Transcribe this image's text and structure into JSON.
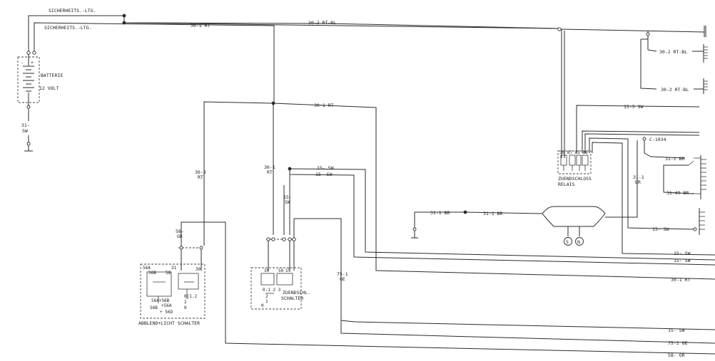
{
  "labels": {
    "sicherheits_top": "SICHERHEITS.-LTG.",
    "sicherheits_bottom": "SICHERHEITS.-LTG.",
    "batterie": "BATTERIE",
    "volt": "12 VOLT",
    "w31_sw_a": "31-",
    "w31_sw_b": "SW",
    "w30_1_rt_top": "30-1 RT",
    "w30_2_rt_bl_main": "30-2 RT-BL",
    "w30_2_rt_bl_r1": "30-2 RT-BL",
    "w30_2_rt_bl_r2": "30-2 RT-BL",
    "w30_1_rt_mid": "30-1 RT",
    "w30_3_a": "30-3",
    "w30_3_b": "RT",
    "w30_1_vert_a": "30-1",
    "w30_1_vert_b": "RT",
    "w15_sw_1": "15- SW",
    "w15_sw_2": "15- SW",
    "w15_sw_vert_a": "15-",
    "w15_sw_vert_b": "SW",
    "w15_5_sw": "15-5 SW",
    "c1034": "C-1034",
    "w31_1_br_right": "31-1 BR",
    "w31_1_vert_a": "31-1",
    "w31_1_vert_b": "BR",
    "w31_49_br": "31-49 BR -",
    "w31_1_br_left": "31-1 BR",
    "w31_1_br_mid": "31-1 BR",
    "w15_sw_conn": "15- SW",
    "zuendschloss_relais_a": "ZUENDSCHLOSS",
    "zuendschloss_relais_b": "RELAIS",
    "relais_pins": "30 87 85 86",
    "s_label": "S",
    "n_label": "N",
    "w58_gr_a": "58-",
    "w58_gr_b": "GR",
    "w75_1_ge_a": "75-1",
    "w75_1_ge_b": "GE",
    "w15_sw_r1": "15- SW",
    "w15_sw_r2": "15- SW",
    "w30_1_rt_r": "30-1 RT",
    "w15_sw_bot": "15- SW",
    "w75_1_ge_bot": "75-1 GE",
    "w58_gr_bot": "58- GR",
    "abblend_pins_a": "56A",
    "abblend_pins_b": "56B",
    "abblend_31": "31",
    "abblend_58": "58",
    "abblend_30": "30",
    "abblend_56a_56b": "56A+56B",
    "abblend_56b": "56B",
    "abblend_56a": "+56A",
    "abblend_56d": "+ 56D",
    "abblend_0_1_2": "0|1.2",
    "abblend_2": "2",
    "abblend_0": "0",
    "abblend_schalter": "ABBLEND+LICHT SCHALTER",
    "zuend_30": "30",
    "zuend_50": "50",
    "zuend_15": "15",
    "zuend_012": "0.1 2 3",
    "zuend_2": "2",
    "zuend_1": "1",
    "zuend_0": "0",
    "zuendschl_a": "ZUENDSCHL.",
    "zuendschl_b": "SCHALTER"
  }
}
